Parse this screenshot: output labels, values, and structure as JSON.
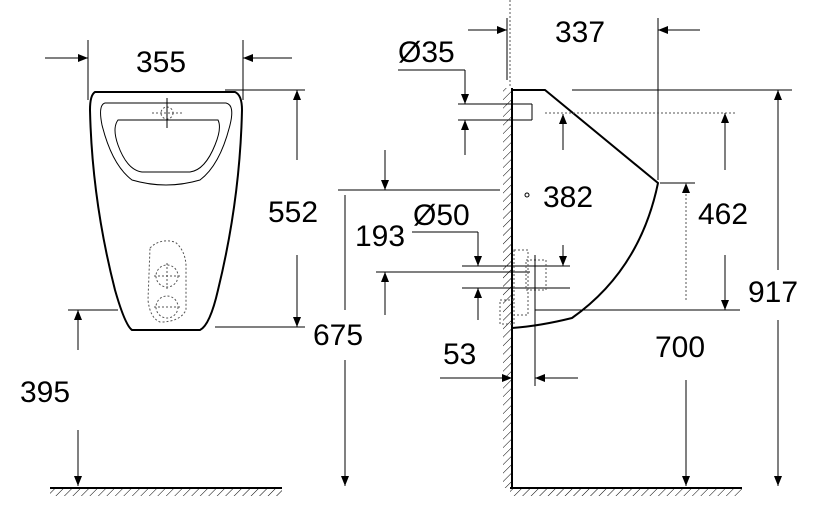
{
  "drawing": {
    "front_view": {
      "width_label": "355",
      "height_label": "552",
      "floor_to_bottom_label": "395",
      "floor_to_outlet_label": "675"
    },
    "side_view": {
      "inlet_diameter_label": "Ø35",
      "outlet_diameter_label": "Ø50",
      "outlet_offset_label": "193",
      "depth_label": "337",
      "center_label": "382",
      "lip_height_label": "462",
      "lip_floor_label": "700",
      "total_height_label": "917",
      "outlet_projection_label": "53"
    }
  }
}
